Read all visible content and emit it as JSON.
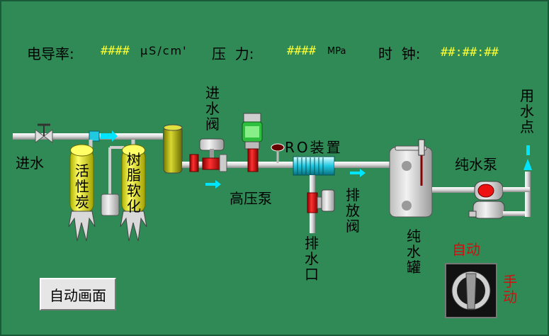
{
  "header": {
    "conductivity_label": "电导率:",
    "conductivity_value": "####",
    "conductivity_unit": "μS/cm'",
    "pressure_label": "压  力:",
    "pressure_value": "####",
    "pressure_unit": "MPa",
    "clock_label": "时  钟:",
    "clock_value": "##:##:##"
  },
  "labels": {
    "inlet": "进水",
    "carbon_filter": [
      "活",
      "性",
      "炭"
    ],
    "resin_softener": [
      "树",
      "脂",
      "软",
      "化"
    ],
    "inlet_valve": [
      "进",
      "水",
      "阀"
    ],
    "high_pressure_pump": "高压泵",
    "ro_device": "RO装置",
    "drain_valve": [
      "排",
      "放",
      "阀"
    ],
    "drain_outlet": [
      "排",
      "水",
      "口"
    ],
    "pure_tank": [
      "纯",
      "水",
      "罐"
    ],
    "pure_pump": "纯水泵",
    "use_point": [
      "用",
      "水",
      "点"
    ]
  },
  "mode": {
    "auto": "自动",
    "manual": [
      "手",
      "动"
    ]
  },
  "buttons": {
    "auto_screen": "自动画面"
  },
  "colors": {
    "background": "#2f8a56",
    "value_text": "#ffff33",
    "mode_text": "#d01010",
    "tank_fill": "#ffff33",
    "flow_arrow": "#00e5ff"
  }
}
